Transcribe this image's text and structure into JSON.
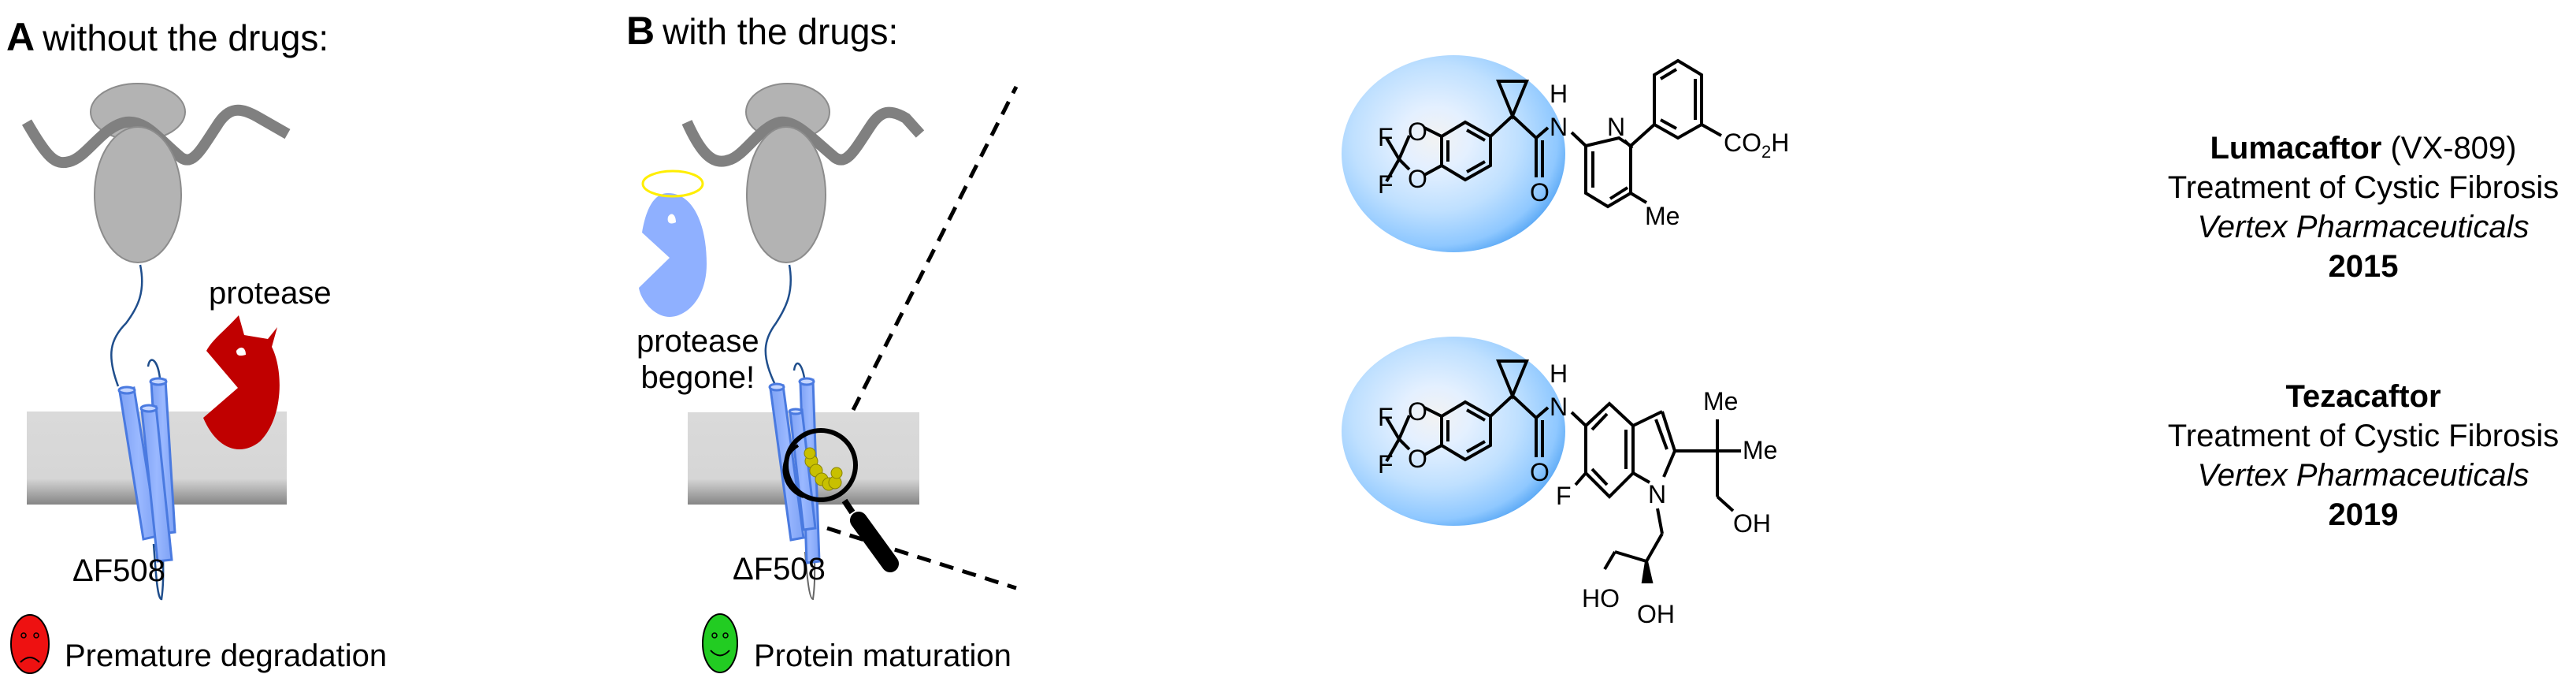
{
  "panel_a": {
    "letter": "A",
    "title": "without the drugs:",
    "protease_label": "protease",
    "mutation_label": "ΔF508",
    "outcome_label": "Premature degradation",
    "outcome_icon": "sad-face-icon",
    "outcome_color": "#ee1111",
    "protease_color": "#c00000"
  },
  "panel_b": {
    "letter": "B",
    "title": "with the drugs:",
    "protease_label_line1": "protease",
    "protease_label_line2": "begone!",
    "mutation_label": "ΔF508",
    "outcome_label": "Protein maturation",
    "outcome_icon": "happy-face-icon",
    "outcome_color": "#22cc22",
    "protease_color": "#8fb0ff",
    "halo_color": "#ffee00"
  },
  "drugs": [
    {
      "name": "Lumacaftor",
      "code": "(VX-809)",
      "indication": "Treatment of Cystic Fibrosis",
      "company": "Vertex Pharmaceuticals",
      "year": "2015",
      "atom_labels": [
        "F",
        "F",
        "O",
        "O",
        "O",
        "H",
        "N",
        "N",
        "Me",
        "CO₂H"
      ]
    },
    {
      "name": "Tezacaftor",
      "code": "",
      "indication": "Treatment of Cystic Fibrosis",
      "company": "Vertex Pharmaceuticals",
      "year": "2019",
      "atom_labels": [
        "F",
        "F",
        "O",
        "O",
        "O",
        "H",
        "N",
        "N",
        "F",
        "Me",
        "Me",
        "OH",
        "HO",
        "OH"
      ]
    }
  ],
  "colors": {
    "ribosome": "#b3b3b3",
    "mrna": "#808080",
    "membrane_top": "#d9d9d9",
    "membrane_bottom": "#8a8a8a",
    "helix": "#8fb0ff",
    "helix_edge": "#4a7ae0",
    "loop": "#1f4e8c",
    "pharmacophore": "#7cc4ff",
    "drug_molecule": "#c8c000"
  }
}
